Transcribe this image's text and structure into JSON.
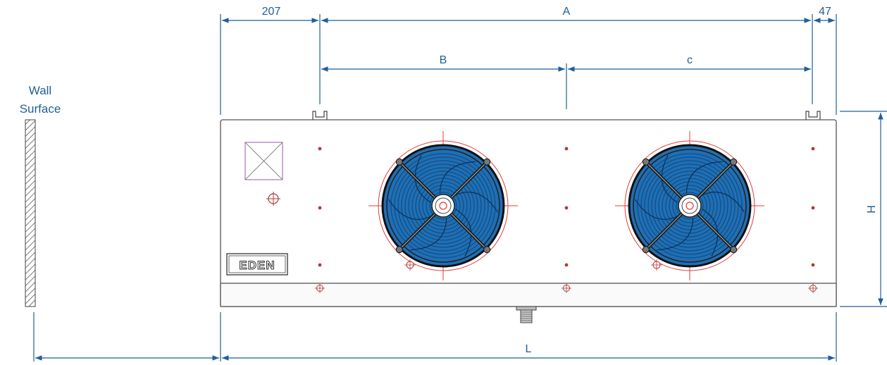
{
  "wall": {
    "label_line1": "Wall",
    "label_line2": "Surface"
  },
  "dimensions": {
    "left_offset": "207",
    "span_a": "A",
    "span_b": "B",
    "span_c": "c",
    "right_offset": "47",
    "height": "H",
    "length": "L"
  },
  "logo": {
    "text": "EDEN"
  },
  "colors": {
    "dimension": "#1f5f99",
    "fan_blue": "#1f6fb5",
    "fan_blue_dark": "#134f86",
    "centerline_red": "#e63a3a",
    "inspection_box": "#b07cc6"
  },
  "fans": {
    "count": 2
  }
}
